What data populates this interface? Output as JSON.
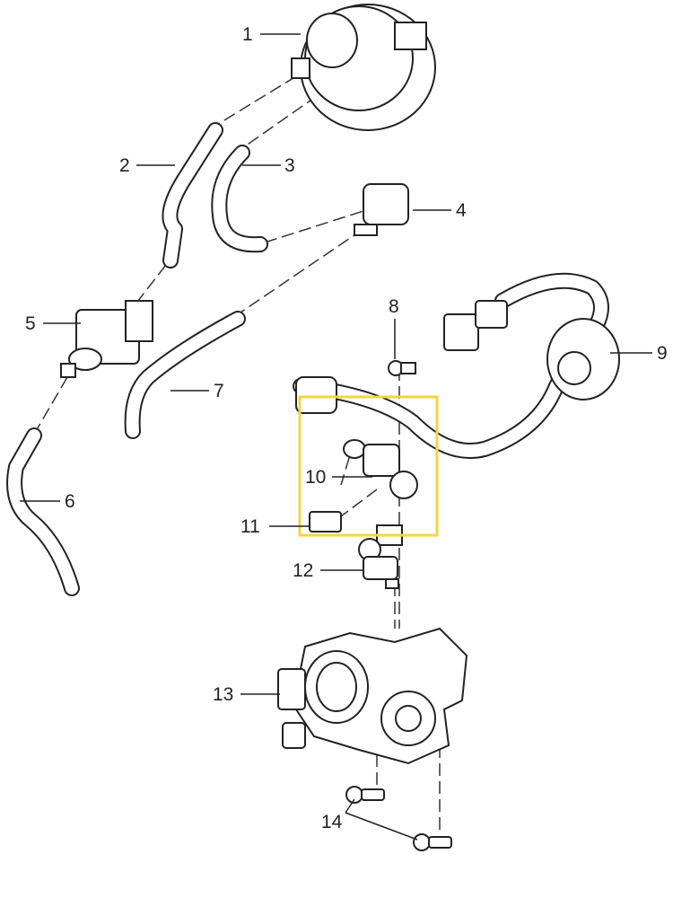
{
  "diagram": {
    "callouts": [
      "1",
      "2",
      "3",
      "4",
      "5",
      "6",
      "7",
      "8",
      "9",
      "10",
      "11",
      "12",
      "13",
      "14"
    ],
    "highlight": {
      "callout": "10",
      "color": "#f2d640"
    }
  }
}
